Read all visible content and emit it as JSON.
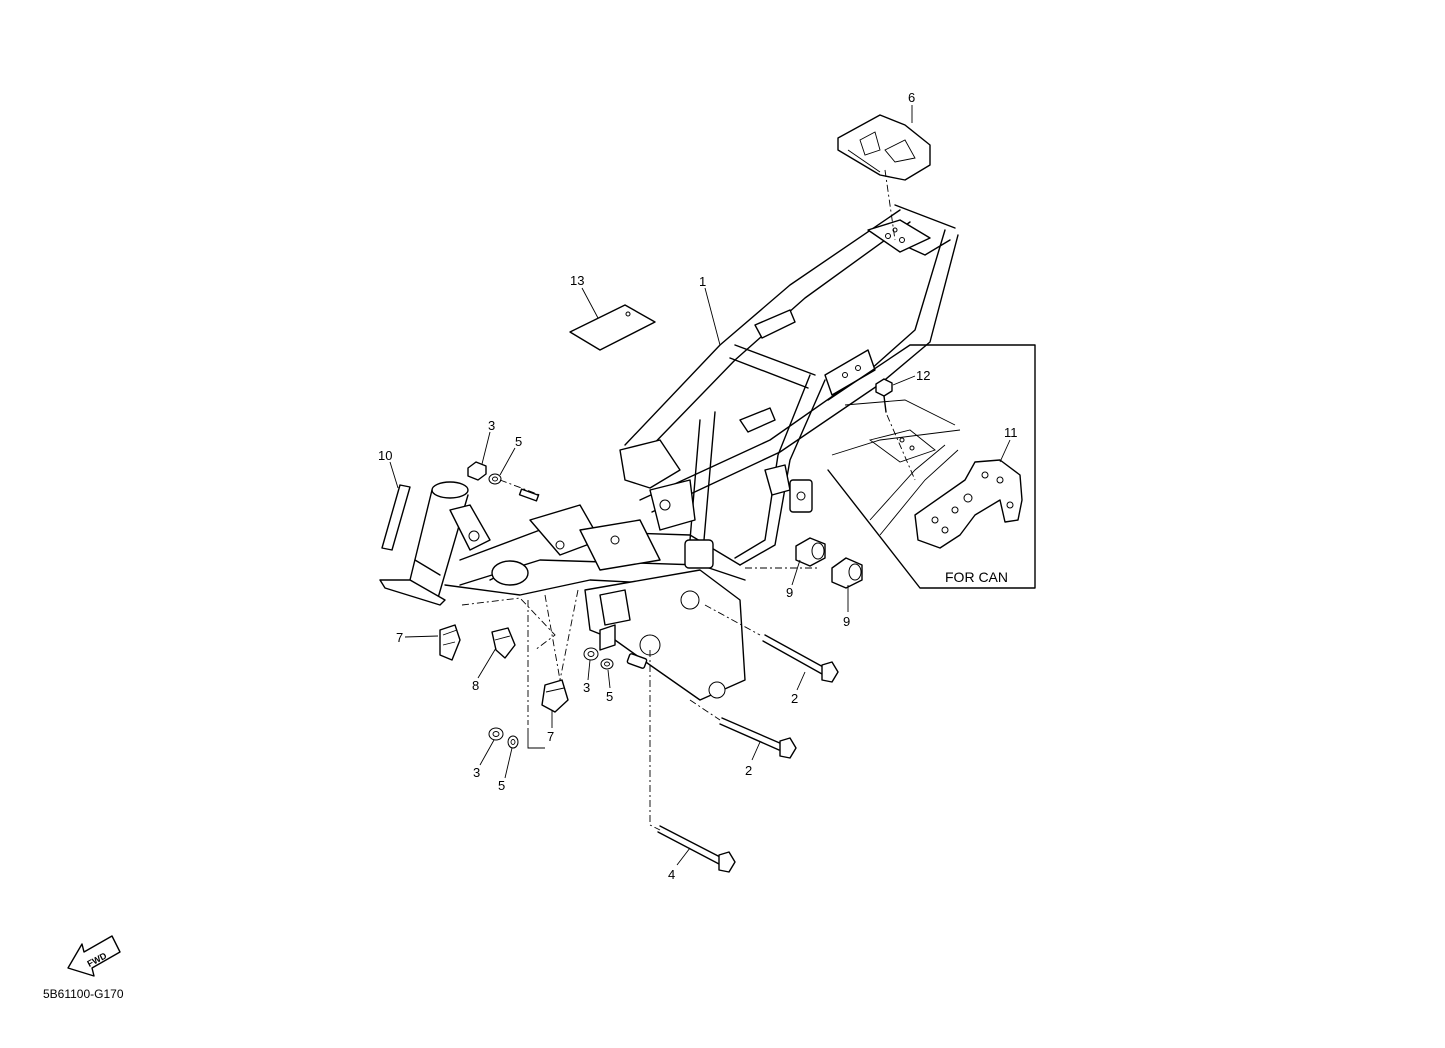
{
  "callouts": [
    {
      "id": "c1",
      "label": "1"
    },
    {
      "id": "c2a",
      "label": "2"
    },
    {
      "id": "c2b",
      "label": "2"
    },
    {
      "id": "c3a",
      "label": "3"
    },
    {
      "id": "c3b",
      "label": "3"
    },
    {
      "id": "c3c",
      "label": "3"
    },
    {
      "id": "c4",
      "label": "4"
    },
    {
      "id": "c5a",
      "label": "5"
    },
    {
      "id": "c5b",
      "label": "5"
    },
    {
      "id": "c5c",
      "label": "5"
    },
    {
      "id": "c6",
      "label": "6"
    },
    {
      "id": "c7a",
      "label": "7"
    },
    {
      "id": "c7b",
      "label": "7"
    },
    {
      "id": "c8",
      "label": "8"
    },
    {
      "id": "c9a",
      "label": "9"
    },
    {
      "id": "c9b",
      "label": "9"
    },
    {
      "id": "c10",
      "label": "10"
    },
    {
      "id": "c11",
      "label": "11"
    },
    {
      "id": "c12",
      "label": "12"
    },
    {
      "id": "c13",
      "label": "13"
    }
  ],
  "inset": {
    "label": "FOR CAN"
  },
  "fwd_arrow": {
    "label": "FWD"
  },
  "diagram_code": "5B61100-G170"
}
